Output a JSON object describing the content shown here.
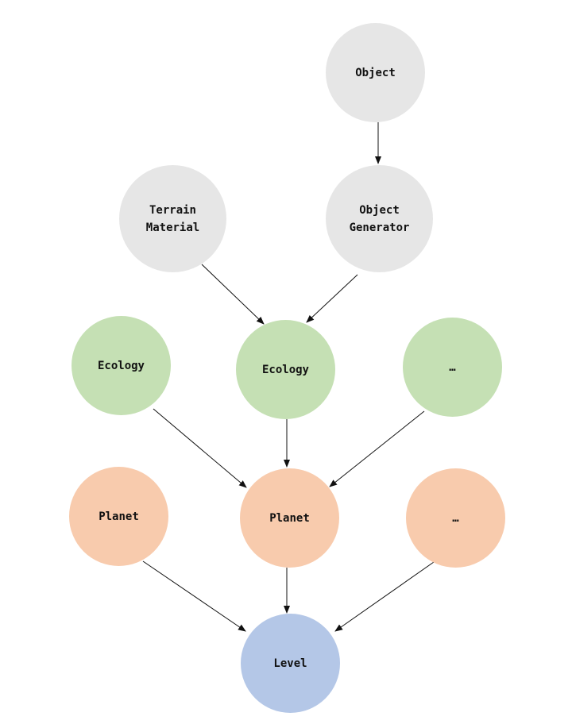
{
  "nodes": {
    "object": "Object",
    "terrain_material": "Terrain\nMaterial",
    "object_generator": "Object\nGenerator",
    "ecology_left": "Ecology",
    "ecology_center": "Ecology",
    "ecology_more": "…",
    "planet_left": "Planet",
    "planet_center": "Planet",
    "planet_more": "…",
    "level": "Level"
  },
  "colors": {
    "gray": "#e6e6e6",
    "green": "#c5e0b4",
    "orange": "#f8cbad",
    "blue": "#b4c7e7",
    "edge": "#111111"
  },
  "edges": [
    {
      "from": "object",
      "to": "object_generator"
    },
    {
      "from": "terrain_material",
      "to": "ecology_center"
    },
    {
      "from": "object_generator",
      "to": "ecology_center"
    },
    {
      "from": "ecology_left",
      "to": "planet_center"
    },
    {
      "from": "ecology_center",
      "to": "planet_center"
    },
    {
      "from": "ecology_more",
      "to": "planet_center"
    },
    {
      "from": "planet_left",
      "to": "level"
    },
    {
      "from": "planet_center",
      "to": "level"
    },
    {
      "from": "planet_more",
      "to": "level"
    }
  ]
}
